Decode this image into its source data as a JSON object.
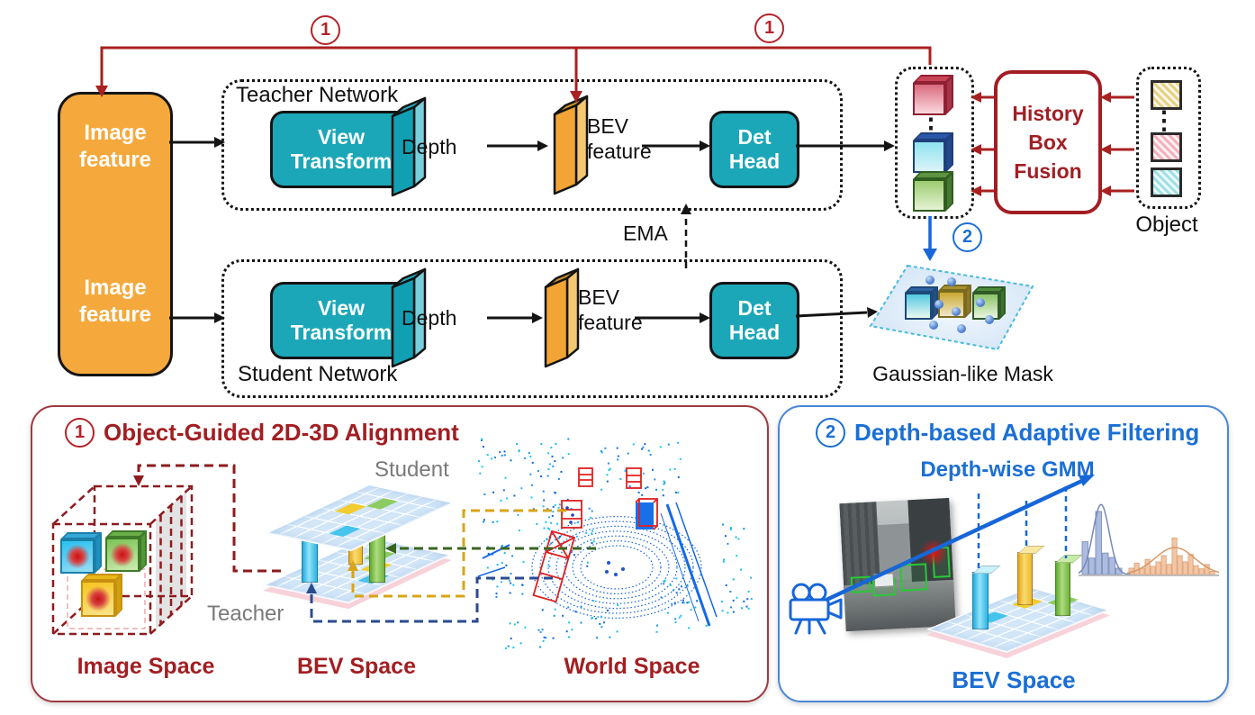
{
  "colors": {
    "orange": "#F5A93C",
    "teal": "#1CA7B8",
    "dark_red": "#A21E24",
    "red_line": "#A8201F",
    "blue": "#1B6FD4",
    "arrow_blue": "#1766D8"
  },
  "top": {
    "image_feature_top": "Image feature",
    "image_feature_bottom": "Image feature",
    "teacher_title": "Teacher Network",
    "student_title": "Student Network",
    "view_transform": "View Transform",
    "depth": "Depth",
    "bev_feature": "BEV feature",
    "det_head": "Det Head",
    "ema": "EMA",
    "history_lines": [
      "History",
      "Box",
      "Fusion"
    ],
    "object_label": "Object",
    "dots": "⋮",
    "gaussian_mask_label": "Gaussian-like Mask",
    "callout1": "1",
    "callout2": "2"
  },
  "panel1": {
    "number": "1",
    "title": "Object-Guided 2D-3D Alignment",
    "student_label": "Student",
    "teacher_label": "Teacher",
    "image_space": "Image Space",
    "bev_space": "BEV Space",
    "world_space": "World Space"
  },
  "panel2": {
    "number": "2",
    "title": "Depth-based Adaptive Filtering",
    "gmm_label": "Depth-wise GMM",
    "bev_space": "BEV Space",
    "histograms": {
      "blue": [
        0.52,
        0.26,
        1.0,
        0.34,
        0.27,
        0.1
      ],
      "orange": [
        0.1,
        0.18,
        0.1,
        0.24,
        0.13,
        0.2,
        0.3,
        0.16,
        0.58,
        0.3,
        0.2,
        0.32,
        0.14,
        0.09,
        0.16,
        0.05
      ]
    }
  }
}
